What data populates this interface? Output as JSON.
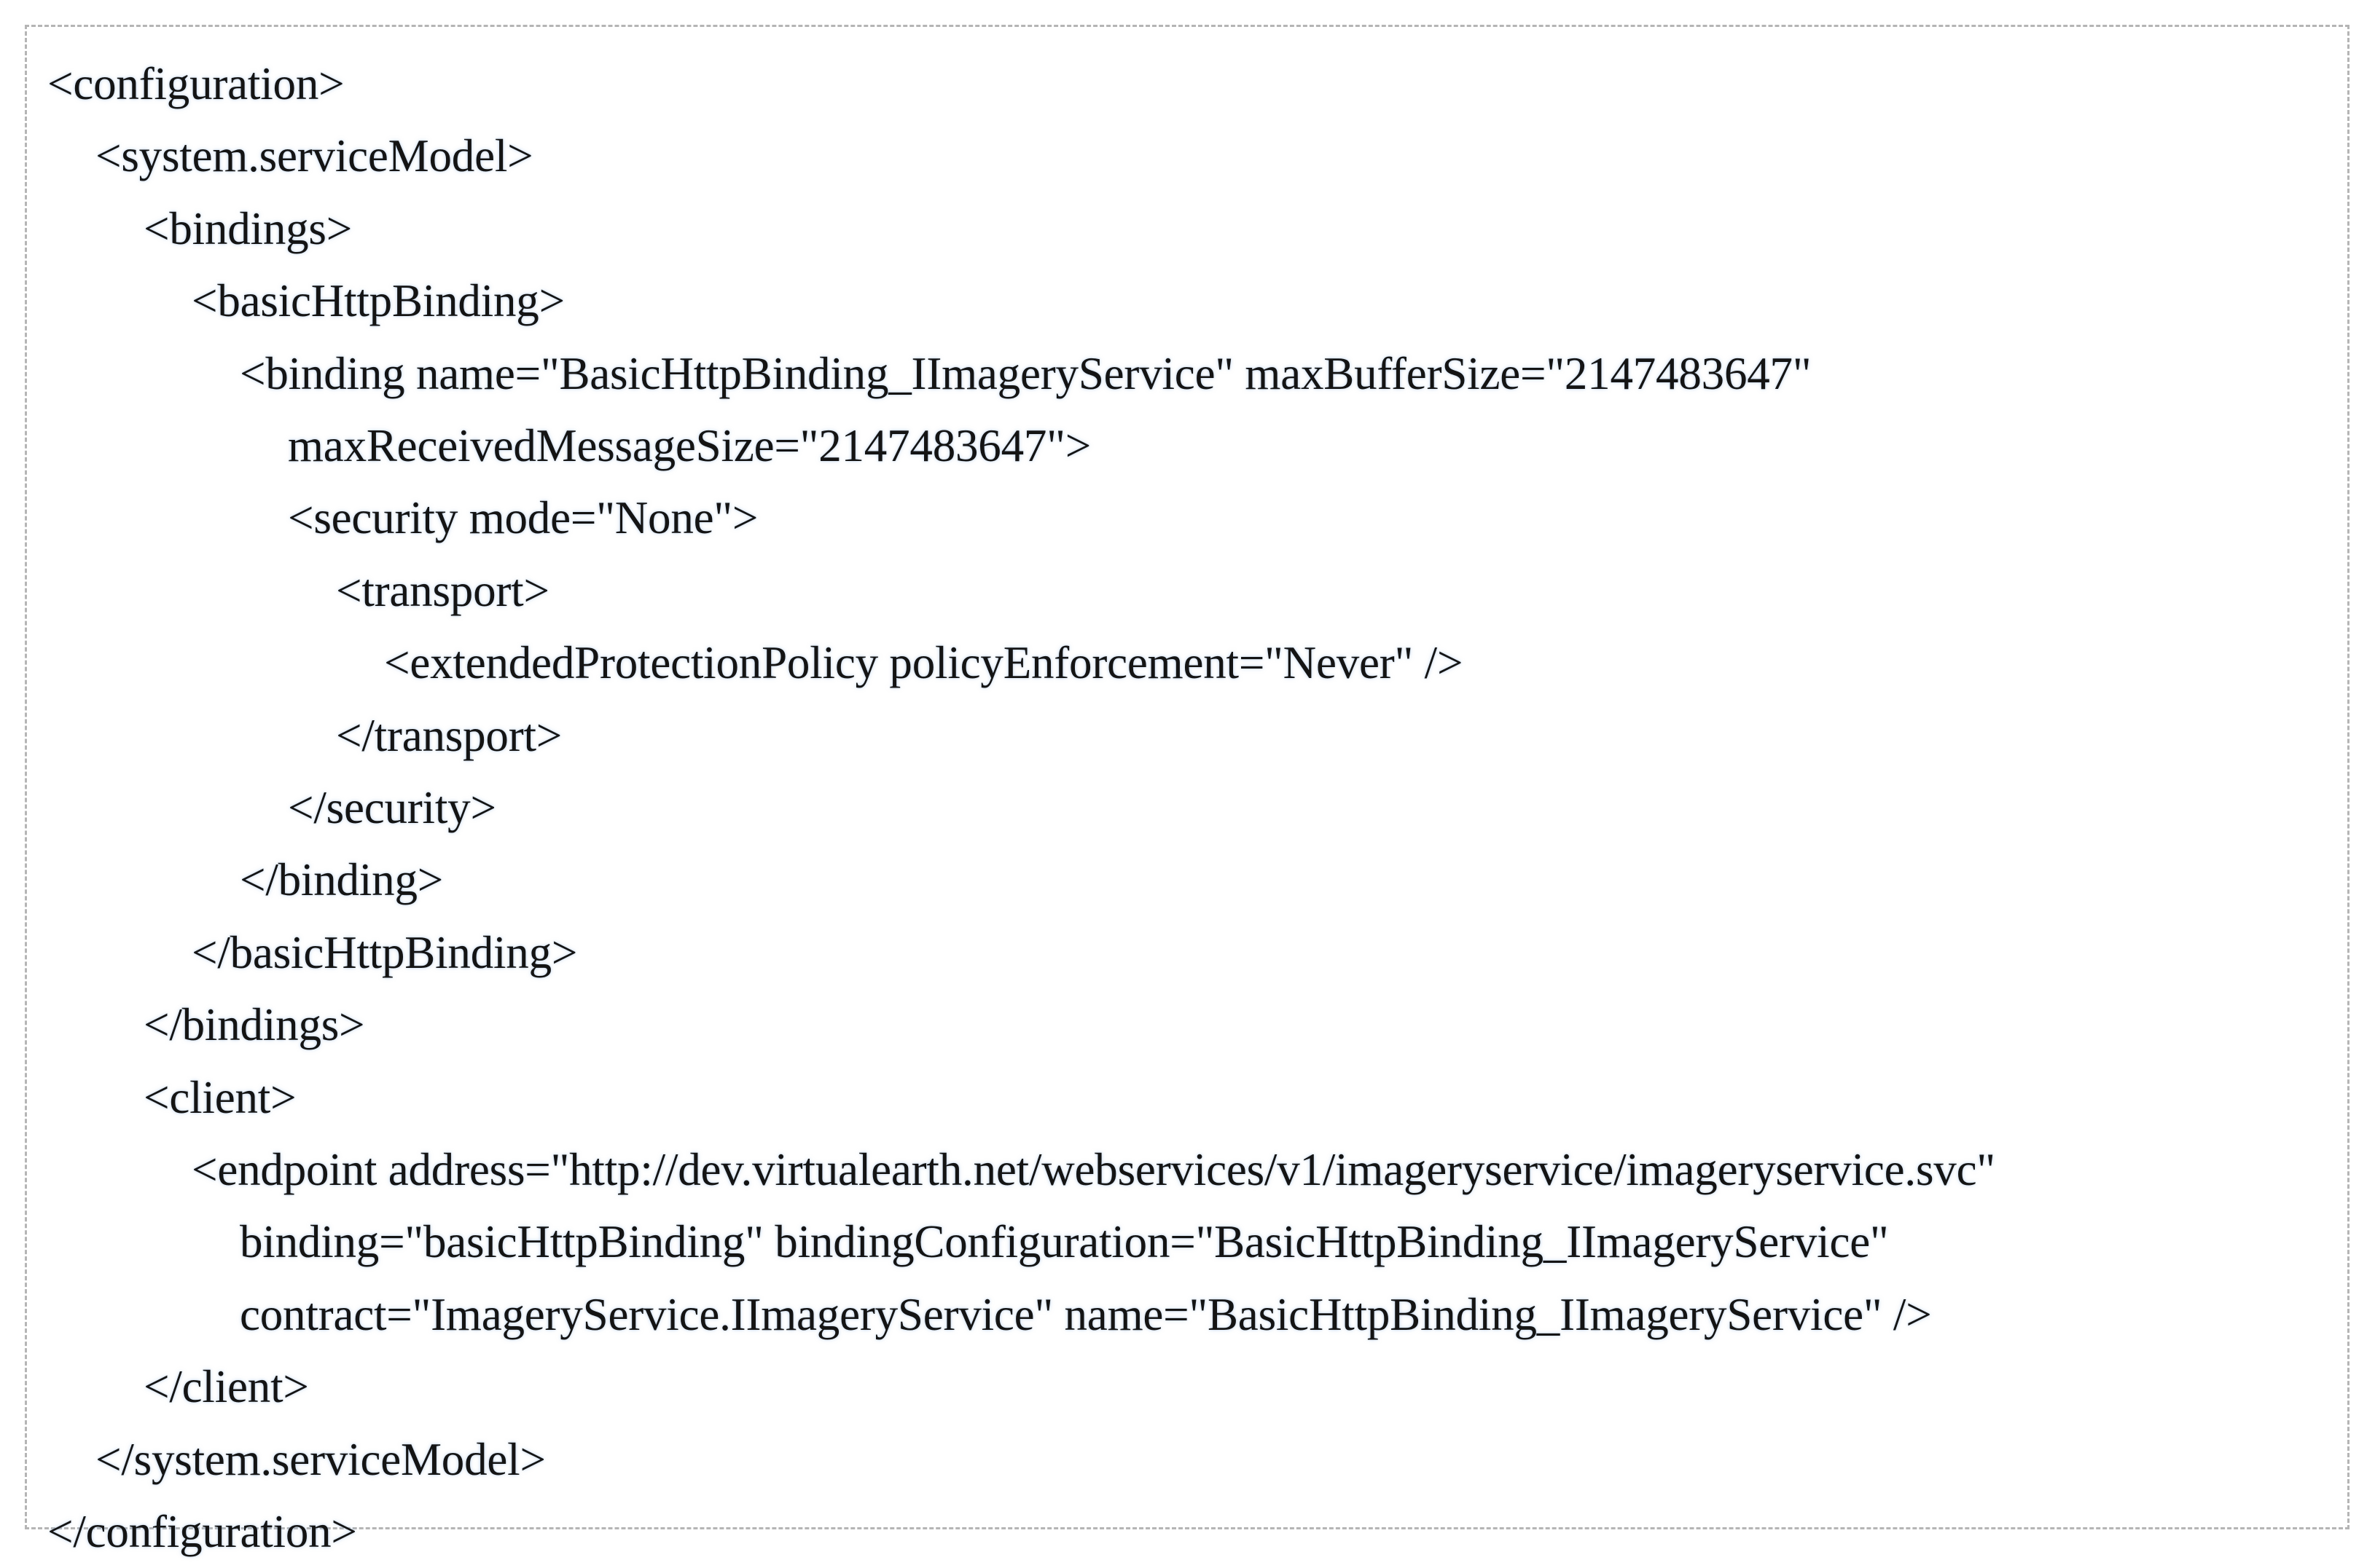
{
  "document": {
    "lines": [
      "<configuration>",
      "<system.serviceModel>",
      "<bindings>",
      "<basicHttpBinding>",
      "<binding name=\"BasicHttpBinding_IImageryService\" maxBufferSize=\"2147483647\"",
      "maxReceivedMessageSize=\"2147483647\">",
      "<security mode=\"None\">",
      "<transport>",
      "<extendedProtectionPolicy policyEnforcement=\"Never\" />",
      "</transport>",
      "</security>",
      "</binding>",
      "</basicHttpBinding>",
      "</bindings>",
      "<client>",
      "<endpoint address=\"http://dev.virtualearth.net/webservices/v1/imageryservice/imageryservice.svc\"",
      "binding=\"basicHttpBinding\" bindingConfiguration=\"BasicHttpBinding_IImageryService\"",
      "contract=\"ImageryService.IImageryService\" name=\"BasicHttpBinding_IImageryService\" />",
      "</client>",
      "</system.serviceModel>",
      "</configuration>"
    ]
  }
}
